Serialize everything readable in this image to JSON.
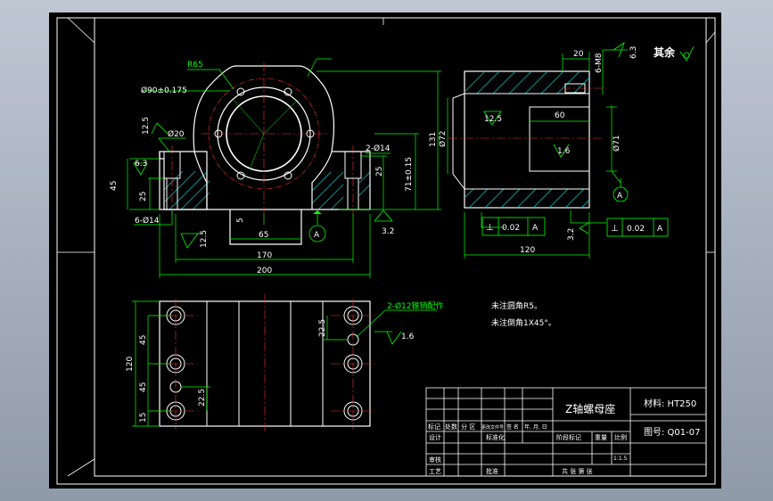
{
  "drawing": {
    "title_block": {
      "part_name": "Z轴螺母座",
      "material_label": "材料: HT250",
      "drawing_no_label": "图号: Q01-07",
      "headers": [
        "标记",
        "处数",
        "分 区",
        "更改文件号",
        "签 名",
        "年, 月, 日"
      ],
      "row_design": "设计",
      "row_standard": "标准化",
      "row_review": "审核",
      "row_process": "工艺",
      "row_approve": "批准",
      "stage_label": "阶段标记",
      "weight_label": "重量",
      "scale_label": "比例",
      "scale_value": "1:1.5",
      "sheet_label": "共 张 第 张"
    },
    "roughness": {
      "rest_label": "其余",
      "rest_value": "6.3",
      "r125_left": "12.5",
      "r125_bottom": "12.5",
      "r32": "3.2",
      "r125_right": "12.5",
      "r16_right": "1.6",
      "r16_holes": "1.6",
      "r32_right": "3.2"
    },
    "front_view": {
      "dim_R65": "R65",
      "dim_bore": "Ø90±0.175",
      "dim_phi20": "Ø20",
      "dim_phi14_left": "6-Ø14",
      "dim_phi14_right": "2-Ø14",
      "dim_63": "6.3",
      "dim_45": "45",
      "dim_25_left": "25",
      "dim_25_right": "25",
      "dim_65": "65",
      "dim_5": "5",
      "dim_170": "170",
      "dim_200": "200",
      "dim_131": "131",
      "dim_71": "71±0.15",
      "datum_A": "A"
    },
    "side_view": {
      "dim_20": "20",
      "dim_6M8": "6-M8",
      "dim_60": "60",
      "dim_phi72": "Ø72",
      "dim_phi71": "Ø71",
      "dim_120": "120",
      "datum_A": "A",
      "tol1_sym": "⊥",
      "tol1_value": "0.02",
      "tol1_datum": "A",
      "tol2_sym": "⊥",
      "tol2_value": "0.02",
      "tol2_datum": "A"
    },
    "top_view": {
      "dim_120": "120",
      "dim_45a": "45",
      "dim_45b": "45",
      "dim_15": "15",
      "dim_225a": "22.5",
      "dim_225b": "22.5",
      "holes_note": "2-Ø12锥销配作"
    },
    "notes": {
      "line1": "未注圆角R5。",
      "line2": "未注倒角1X45°。"
    },
    "colors": {
      "background": "#000000",
      "frame": "#ffffff",
      "dimension": "#00ff00",
      "text": "#ffffff",
      "center_line": "#ff3030",
      "hatch": "#00c8c8",
      "callout": "#00ffff",
      "yellow": "#ffff00"
    }
  }
}
